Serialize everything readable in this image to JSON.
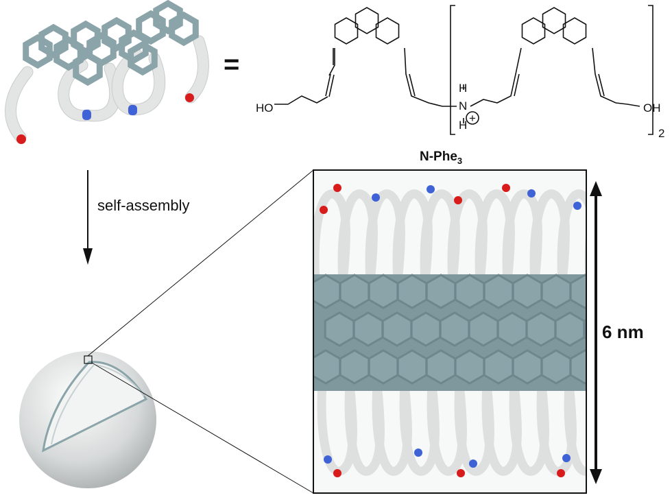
{
  "labels": {
    "equals": "=",
    "compound_name": "N-Phe",
    "compound_subscript": "3",
    "process_step": "self-assembly",
    "thickness": "6 nm"
  },
  "chemistry": {
    "terminal_left": "HO",
    "terminal_right": "OH",
    "ammonium_h": "H",
    "ammonium_n": "N",
    "charge": "+",
    "repeat_count": "2"
  },
  "colors": {
    "phenanthrene": "#8aa4aa",
    "phenanthrene_edge": "#6d878d",
    "linker": "#e3e5e5",
    "nitrogen": "#3f63d6",
    "oxygen": "#d81c1c",
    "bond": "#111111"
  }
}
